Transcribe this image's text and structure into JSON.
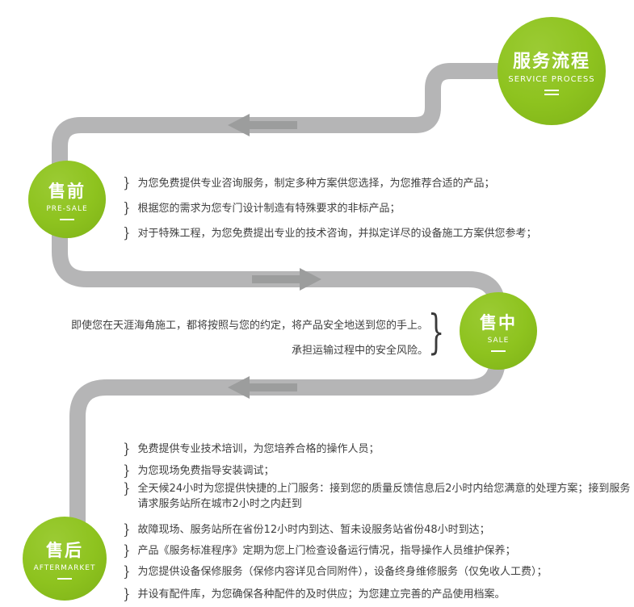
{
  "header": {
    "title_cn": "服务流程",
    "title_en": "SERVICE PROCESS"
  },
  "stages": [
    {
      "title_cn": "售前",
      "title_en": "PRE-SALE",
      "items": [
        "为您免费提供专业咨询服务，制定多种方案供您选择，为您推荐合适的产品；",
        "根据您的需求为您专门设计制造有特殊要求的非标产品；",
        "对于特殊工程，为您免费提出专业的技术咨询，并拟定详尽的设备施工方案供您参考；"
      ]
    },
    {
      "title_cn": "售中",
      "title_en": "SALE",
      "items": [
        "即使您在天涯海角施工，都将按照与您的约定，将产品安全地送到您的手上。",
        "承担运输过程中的安全风险。"
      ]
    },
    {
      "title_cn": "售后",
      "title_en": "AFTERMARKET",
      "items": [
        "免费提供专业技术培训，为您培养合格的操作人员；",
        "为您现场免费指导安装调试；",
        "全天候24小时为您提供快捷的上门服务：接到您的质量反馈信息后2小时内给您满意的处理方案；接到服务请求服务站所在城市2小时之内赶到",
        "故障现场、服务站所在省份12小时内到达、暂未设服务站省份48小时到达；",
        "产品《服务标准程序》定期为您上门检查设备运行情况，指导操作人员维护保养；",
        "为您提供设备保修服务（保修内容详见合同附件），设备终身维修服务（仅免收人工费）；",
        "并设有配件库，为您确保各种配件的及时供应；为您建立完善的产品使用档案。"
      ]
    }
  ],
  "icons": {
    "item_bracket": "}",
    "sale_bracket": "}"
  },
  "colors": {
    "green": "#8ec31f",
    "green_dark": "#7db117",
    "path_gray": "#b5b5b6",
    "arrow_gray": "#9c9d9d",
    "text": "#3f3f3f"
  }
}
